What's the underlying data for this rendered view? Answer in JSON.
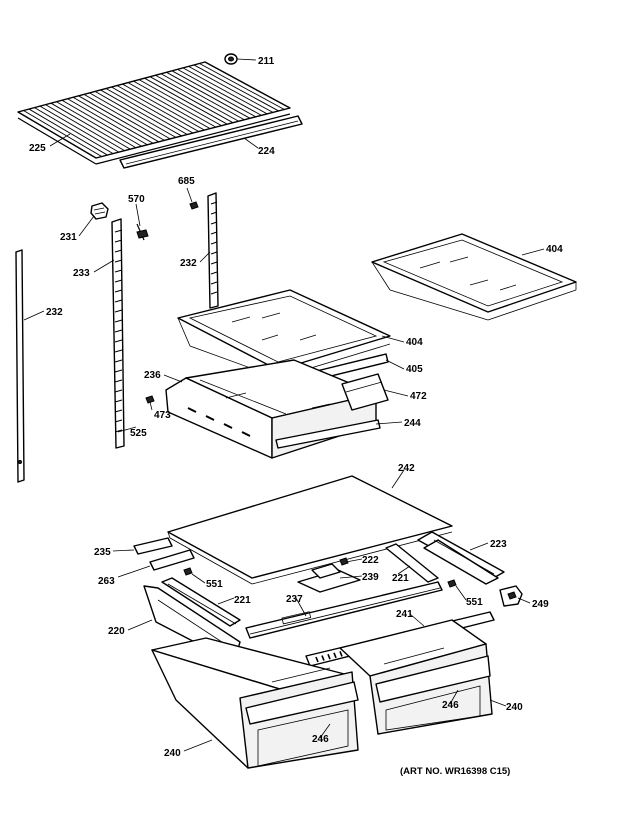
{
  "diagram": {
    "art_number": "(ART NO. WR16398 C15)",
    "callouts": {
      "c211": "211",
      "c225": "225",
      "c224": "224",
      "c685": "685",
      "c570": "570",
      "c231": "231",
      "c233": "233",
      "c232a": "232",
      "c232b": "232",
      "c404a": "404",
      "c404b": "404",
      "c405": "405",
      "c236": "236",
      "c472": "472",
      "c473": "473",
      "c525": "525",
      "c244": "244",
      "c242": "242",
      "c235": "235",
      "c263": "263",
      "c551a": "551",
      "c222": "222",
      "c239": "239",
      "c221a": "221",
      "c221b": "221",
      "c223": "223",
      "c249": "249",
      "c551b": "551",
      "c237": "237",
      "c241": "241",
      "c220": "220",
      "c246a": "246",
      "c246b": "246",
      "c240a": "240",
      "c240b": "240"
    }
  }
}
